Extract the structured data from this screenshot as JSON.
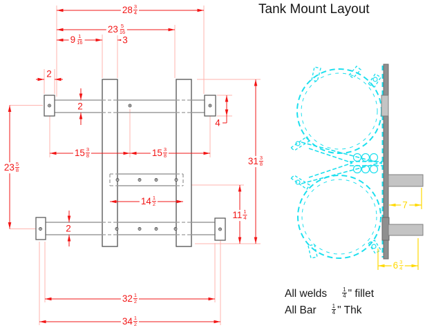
{
  "title": "Tank Mount Layout",
  "colors": {
    "dim-red": "#f21414",
    "dim-pink": "#ffb3ae",
    "tank-cyan": "#1cdfee",
    "dim-yellow": "#ffd900",
    "steel-dark": "#5c5c5c",
    "steel-mid": "#8f8f8f",
    "steel-light": "#c4c4c4",
    "line-gray": "#9b9b9b",
    "hole-gray": "#444444",
    "text-black": "#161616"
  },
  "front_view": {
    "dims": {
      "top_overall": {
        "whole": "28",
        "num": "3",
        "den": "4"
      },
      "top_inner": {
        "whole": "23",
        "num": "5",
        "den": "16"
      },
      "left_offset": {
        "whole": "9",
        "num": "1",
        "den": "16"
      },
      "rail_width": {
        "whole": "3"
      },
      "end_plate_width": {
        "whole": "2"
      },
      "top_bar_height": {
        "whole": "2"
      },
      "end_plate_height": {
        "whole": "4"
      },
      "hole_span_left": {
        "whole": "15",
        "num": "3",
        "den": "8"
      },
      "hole_span_right": {
        "whole": "15",
        "num": "3",
        "den": "8"
      },
      "left_height": {
        "whole": "23",
        "num": "5",
        "den": "8"
      },
      "overall_height": {
        "whole": "31",
        "num": "3",
        "den": "8"
      },
      "mid_bar_length": {
        "whole": "14",
        "num": "1",
        "den": "2"
      },
      "lower_height": {
        "whole": "11",
        "num": "1",
        "den": "4"
      },
      "lower_bar_height": {
        "whole": "2"
      },
      "bottom_inner": {
        "whole": "32",
        "num": "1",
        "den": "2"
      },
      "bottom_overall": {
        "whole": "34",
        "num": "1",
        "den": "2"
      }
    }
  },
  "side_view": {
    "dims": {
      "bar_extension": {
        "whole": "7"
      },
      "lower_offset": {
        "whole": "6",
        "num": "3",
        "den": "4"
      }
    }
  },
  "notes": {
    "welds": {
      "prefix": "All welds",
      "num": "1",
      "den": "4",
      "suffix": "\" fillet"
    },
    "bar": {
      "prefix": "All Bar",
      "num": "1",
      "den": "4",
      "suffix": "\" Thk"
    }
  }
}
